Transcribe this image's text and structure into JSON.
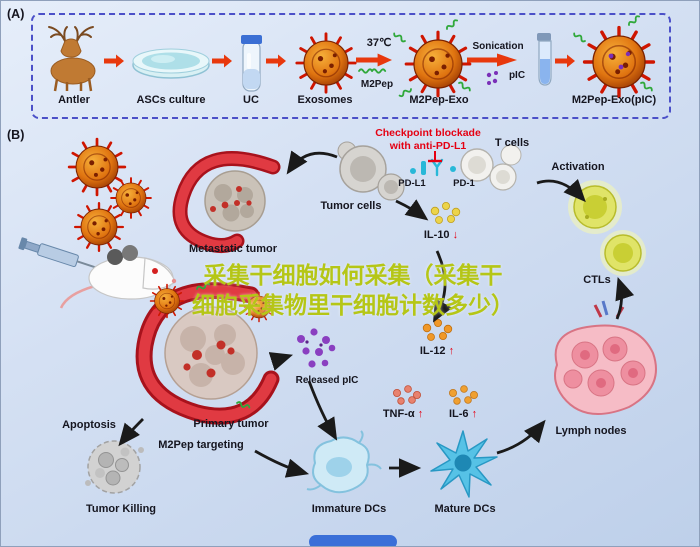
{
  "panel_a": {
    "tag": "(A)",
    "steps": {
      "antler": "Antler",
      "ascs": "ASCs culture",
      "uc": "UC",
      "exosomes": "Exosomes",
      "m2pep_exo": "M2Pep-Exo",
      "m2pep_exo_pic": "M2Pep-Exo(pIC)"
    },
    "annotations": {
      "temperature": "37℃",
      "m2pep": "M2Pep",
      "sonication": "Sonication",
      "pic": "pIC"
    }
  },
  "panel_b": {
    "tag": "(B)",
    "checkpoint_line1": "Checkpoint blockade",
    "checkpoint_line2": "with anti-PD-L1",
    "t_cells": "T cells",
    "pd_l1": "PD-L1",
    "pd_1": "PD-1",
    "activation": "Activation",
    "tumor_cells": "Tumor cells",
    "metastatic_tumor": "Metastatic tumor",
    "il10": "IL-10",
    "il10_arrow": "↓",
    "ctls": "CTLs",
    "released_pic": "Released pIC",
    "il12": "IL-12",
    "il12_arrow": "↑",
    "tnf_alpha": "TNF-α",
    "tnf_arrow": "↑",
    "il6": "IL-6",
    "il6_arrow": "↑",
    "lymph_nodes": "Lymph nodes",
    "apoptosis": "Apoptosis",
    "primary_tumor": "Primary tumor",
    "m2pep_targeting": "M2Pep targeting",
    "tumor_killing": "Tumor Killing",
    "immature_dcs": "Immature DCs",
    "mature_dcs": "Mature DCs"
  },
  "watermark": {
    "line1": "采集干细胞如何采集（采集干",
    "line2": "细胞采集物里干细胞计数多少）"
  },
  "colors": {
    "accent_red": "#e8380d",
    "checkpoint_red": "#e50012",
    "watermark_green": "#b5c616",
    "panel_border_blue": "#4b50c8"
  }
}
